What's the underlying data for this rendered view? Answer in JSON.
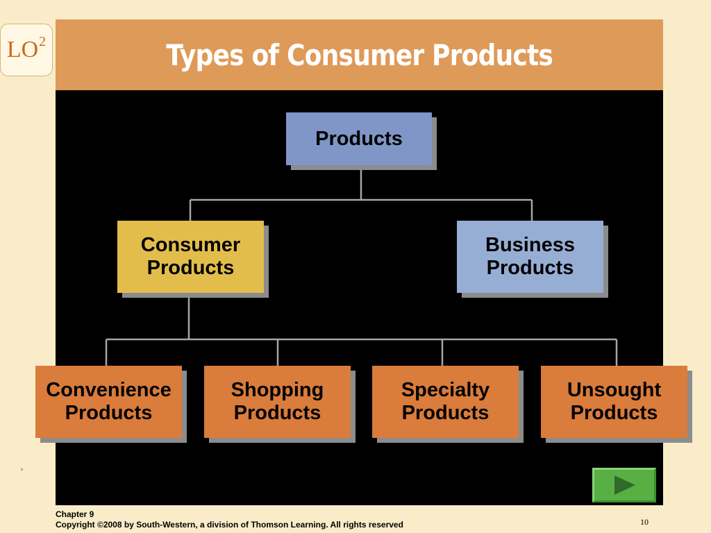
{
  "slide": {
    "lo_badge": {
      "label": "LO",
      "superscript": "2"
    },
    "title": "Types of Consumer Products",
    "footer": {
      "chapter": "Chapter 9",
      "copyright": "Copyright ©2008 by South-Western, a division of Thomson Learning.  All rights reserved"
    },
    "page_number": "10",
    "next_button": {
      "icon": "play-triangle-icon"
    }
  },
  "hierarchy": {
    "root": "Products",
    "level1": [
      "Consumer\nProducts",
      "Business\nProducts"
    ],
    "level2": [
      "Convenience\nProducts",
      "Shopping\nProducts",
      "Specialty\nProducts",
      "Unsought\nProducts"
    ]
  },
  "colors": {
    "background": "#faecc8",
    "title_bar": "#de9a58",
    "stage": "#000000",
    "root_box": "#7f96c6",
    "consumer_box": "#e3bd4c",
    "business_box": "#97aed4",
    "leaf_box": "#d97c3c",
    "connector": "#a6a6a6",
    "next_button": "#58b045"
  }
}
